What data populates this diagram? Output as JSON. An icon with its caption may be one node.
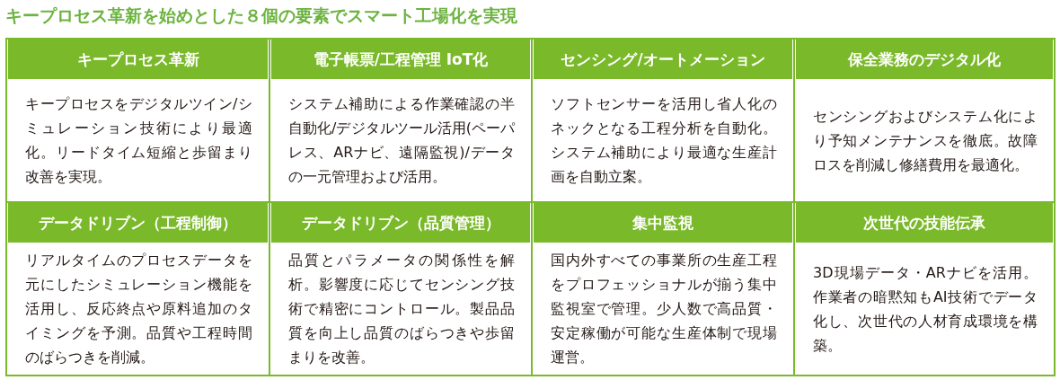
{
  "diagram": {
    "title": "キープロセス革新を始めとした８個の要素でスマート工場化を実現",
    "nodes": [
      {
        "text": [
          "キープロセス革新",
          "キープロセスをデジタルツイン/シミュレーション技術により最適化。リードタイム短縮と歩留まり改善を実現。"
        ]
      },
      {
        "text": [
          "電子帳票/工程管理 IoT化",
          "システム補助による作業確認の半自動化/デジタルツール活用(ペーパレス、ARナビ、遠隔監視)/データの一元管理および活用。"
        ]
      },
      {
        "text": [
          "センシング/オートメーション",
          "ソフトセンサーを活用し省人化のネックとなる工程分析を自動化。システム補助により最適な生産計画を自動立案。"
        ]
      },
      {
        "text": [
          "保全業務のデジタル化",
          "センシングおよびシステム化により予知メンテナンスを徹底。故障ロスを削減し修繕費用を最適化。"
        ]
      },
      {
        "text": [
          "データドリブン（工程制御）",
          "リアルタイムのプロセスデータを元にしたシミュレーション機能を活用し、反応終点や原料追加のタイミングを予測。品質や工程時間のばらつきを削減。"
        ]
      },
      {
        "text": [
          "データドリブン（品質管理）",
          "品質とパラメータの関係性を解析。影響度に応じてセンシング技術で精密にコントロール。製品品質を向上し品質のばらつきや歩留まりを改善。"
        ]
      },
      {
        "text": [
          "集中監視",
          "国内外すべての事業所の生産工程をプロフェッショナルが揃う集中監視室で管理。少人数で高品質・安定稼働が可能な生産体制で現場運営。"
        ]
      },
      {
        "text": [
          "次世代の技能伝承",
          "3D現場データ・ARナビを活用。作業者の暗黙知もAI技術でデータ化し、次世代の人材育成環境を構築。"
        ]
      }
    ]
  }
}
